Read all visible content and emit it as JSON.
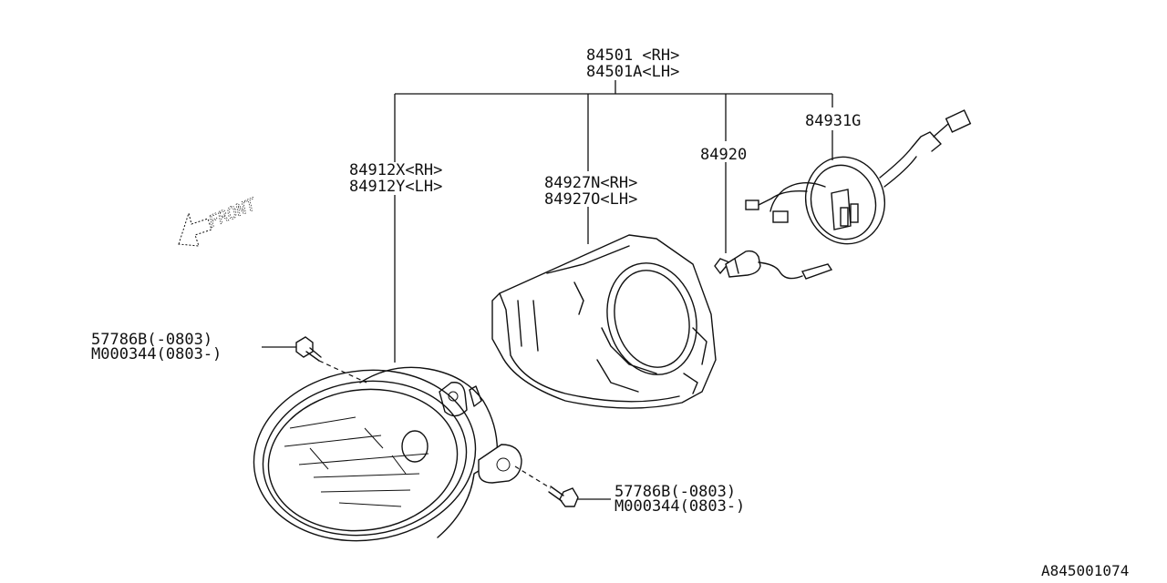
{
  "parts": {
    "assembly_rh": "84501 <RH>",
    "assembly_lh": "84501A<LH>",
    "lens_rh": "84912X<RH>",
    "lens_lh": "84912Y<LH>",
    "bracket_rh": "84927N<RH>",
    "bracket_lh": "84927O<LH>",
    "bulb": "84920",
    "socket": "84931G",
    "bolt_upper_a": "57786B(-0803)",
    "bolt_upper_b": "M000344(0803-)",
    "bolt_lower_a": "57786B(-0803)",
    "bolt_lower_b": "M000344(0803-)"
  },
  "front_indicator": "FRONT",
  "diagram_ref": "A845001074"
}
